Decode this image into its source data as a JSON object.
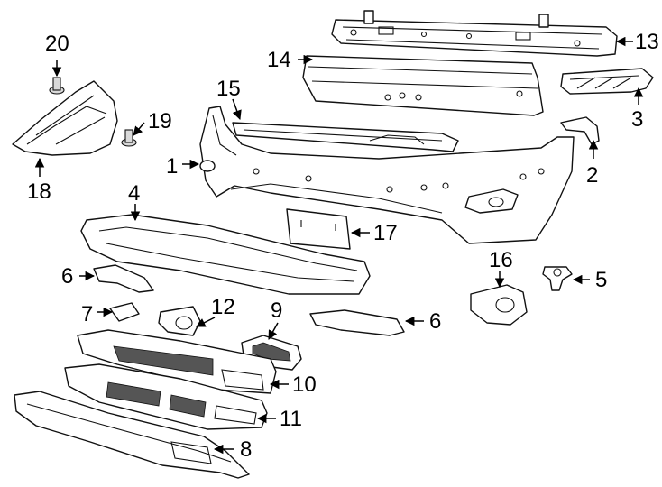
{
  "callouts": [
    {
      "id": "1",
      "text": "1"
    },
    {
      "id": "2",
      "text": "2"
    },
    {
      "id": "3",
      "text": "3"
    },
    {
      "id": "4",
      "text": "4"
    },
    {
      "id": "5",
      "text": "5"
    },
    {
      "id": "6a",
      "text": "6"
    },
    {
      "id": "6b",
      "text": "6"
    },
    {
      "id": "7",
      "text": "7"
    },
    {
      "id": "8",
      "text": "8"
    },
    {
      "id": "9",
      "text": "9"
    },
    {
      "id": "10",
      "text": "10"
    },
    {
      "id": "11",
      "text": "11"
    },
    {
      "id": "12",
      "text": "12"
    },
    {
      "id": "13",
      "text": "13"
    },
    {
      "id": "14",
      "text": "14"
    },
    {
      "id": "15",
      "text": "15"
    },
    {
      "id": "16",
      "text": "16"
    },
    {
      "id": "17",
      "text": "17"
    },
    {
      "id": "18",
      "text": "18"
    },
    {
      "id": "19",
      "text": "19"
    },
    {
      "id": "20",
      "text": "20"
    }
  ]
}
